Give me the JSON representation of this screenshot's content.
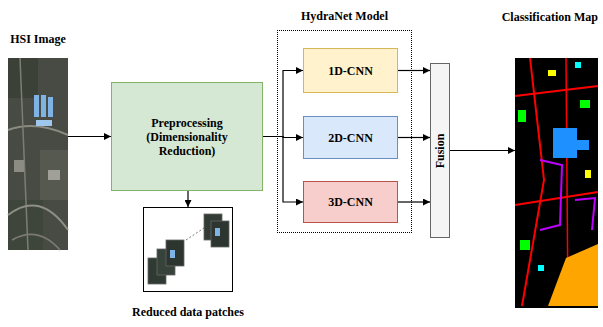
{
  "diagram": {
    "nodes": [
      {
        "text": [
          "HSI Image"
        ]
      },
      {
        "text": [
          "Preprocessing (Dimensionality Reduction)"
        ]
      },
      {
        "text": [
          "Reduced data patches"
        ]
      },
      {
        "text": [
          "HydraNet Model"
        ]
      },
      {
        "text": [
          "1D-CNN"
        ],
        "in": 3
      },
      {
        "text": [
          "2D-CNN"
        ],
        "in": 3
      },
      {
        "text": [
          "3D-CNN"
        ],
        "in": 3
      },
      {
        "text": [
          "Fusion"
        ]
      },
      {
        "text": [
          "Classification Map"
        ]
      }
    ],
    "edges": [
      {
        "from": 0,
        "to": 1,
        "arrow": "to"
      },
      {
        "from": 1,
        "to": 2,
        "arrow": "to"
      },
      {
        "from": 1,
        "to": 4,
        "arrow": "to"
      },
      {
        "from": 1,
        "to": 5,
        "arrow": "to"
      },
      {
        "from": 1,
        "to": 6,
        "arrow": "to"
      },
      {
        "from": 4,
        "to": 7,
        "arrow": "to"
      },
      {
        "from": 5,
        "to": 7,
        "arrow": "to"
      },
      {
        "from": 6,
        "to": 7,
        "arrow": "to"
      },
      {
        "from": 7,
        "to": 8,
        "arrow": "to"
      }
    ]
  }
}
